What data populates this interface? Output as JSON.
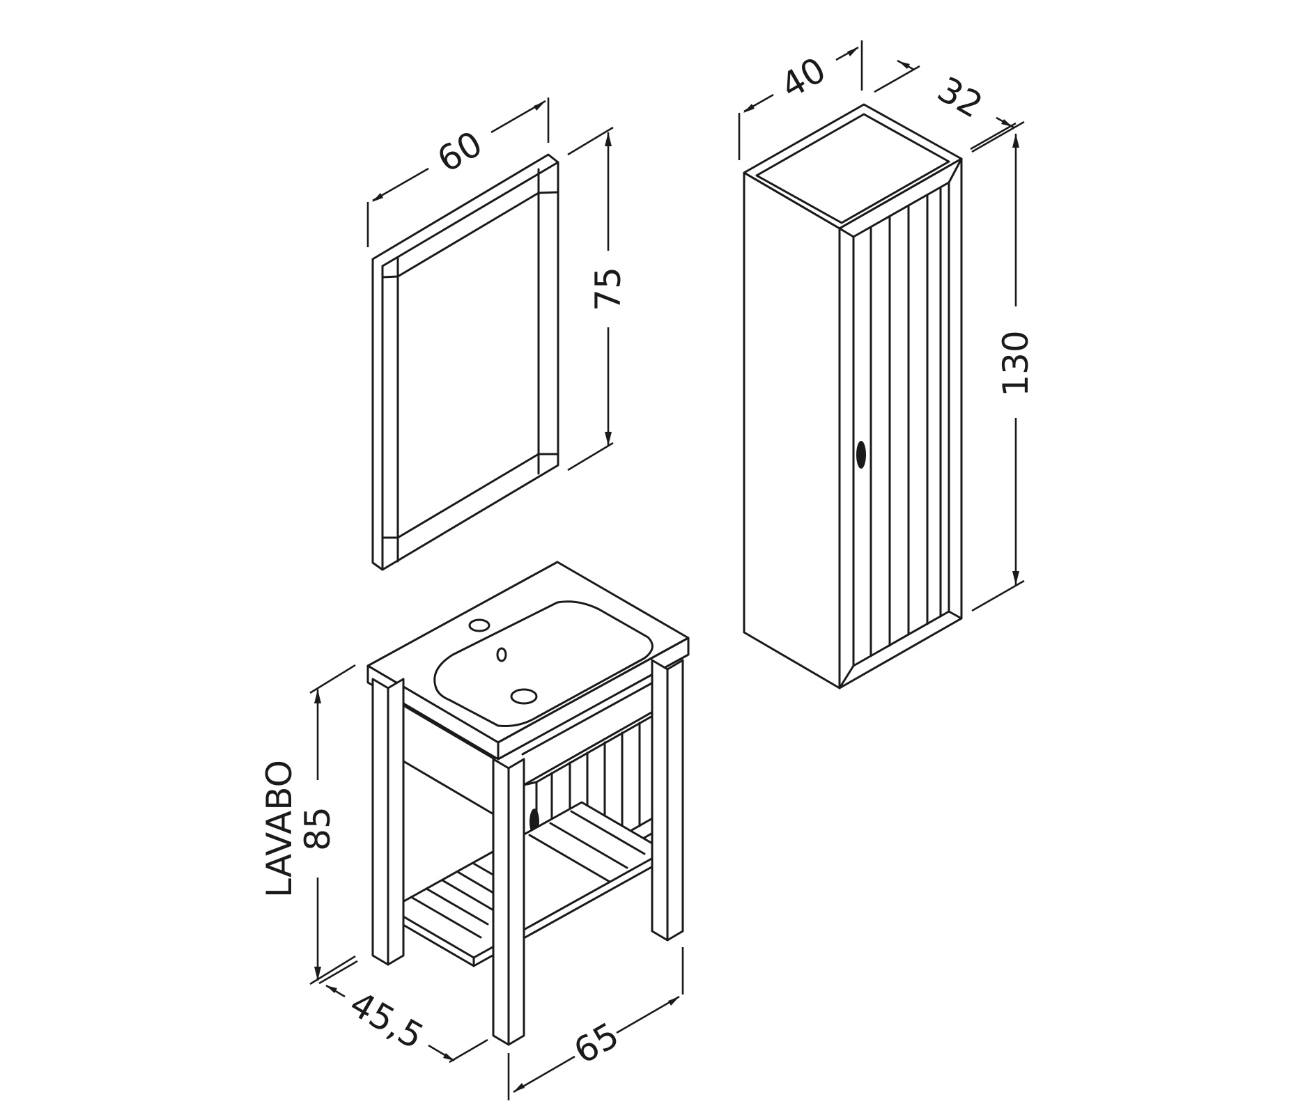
{
  "dimensions": {
    "mirror_width": "60",
    "mirror_height": "75",
    "column_width": "40",
    "column_depth": "32",
    "column_height": "130",
    "vanity_label": "LAVABO",
    "vanity_height": "85",
    "vanity_depth": "45,5",
    "vanity_width": "65"
  }
}
